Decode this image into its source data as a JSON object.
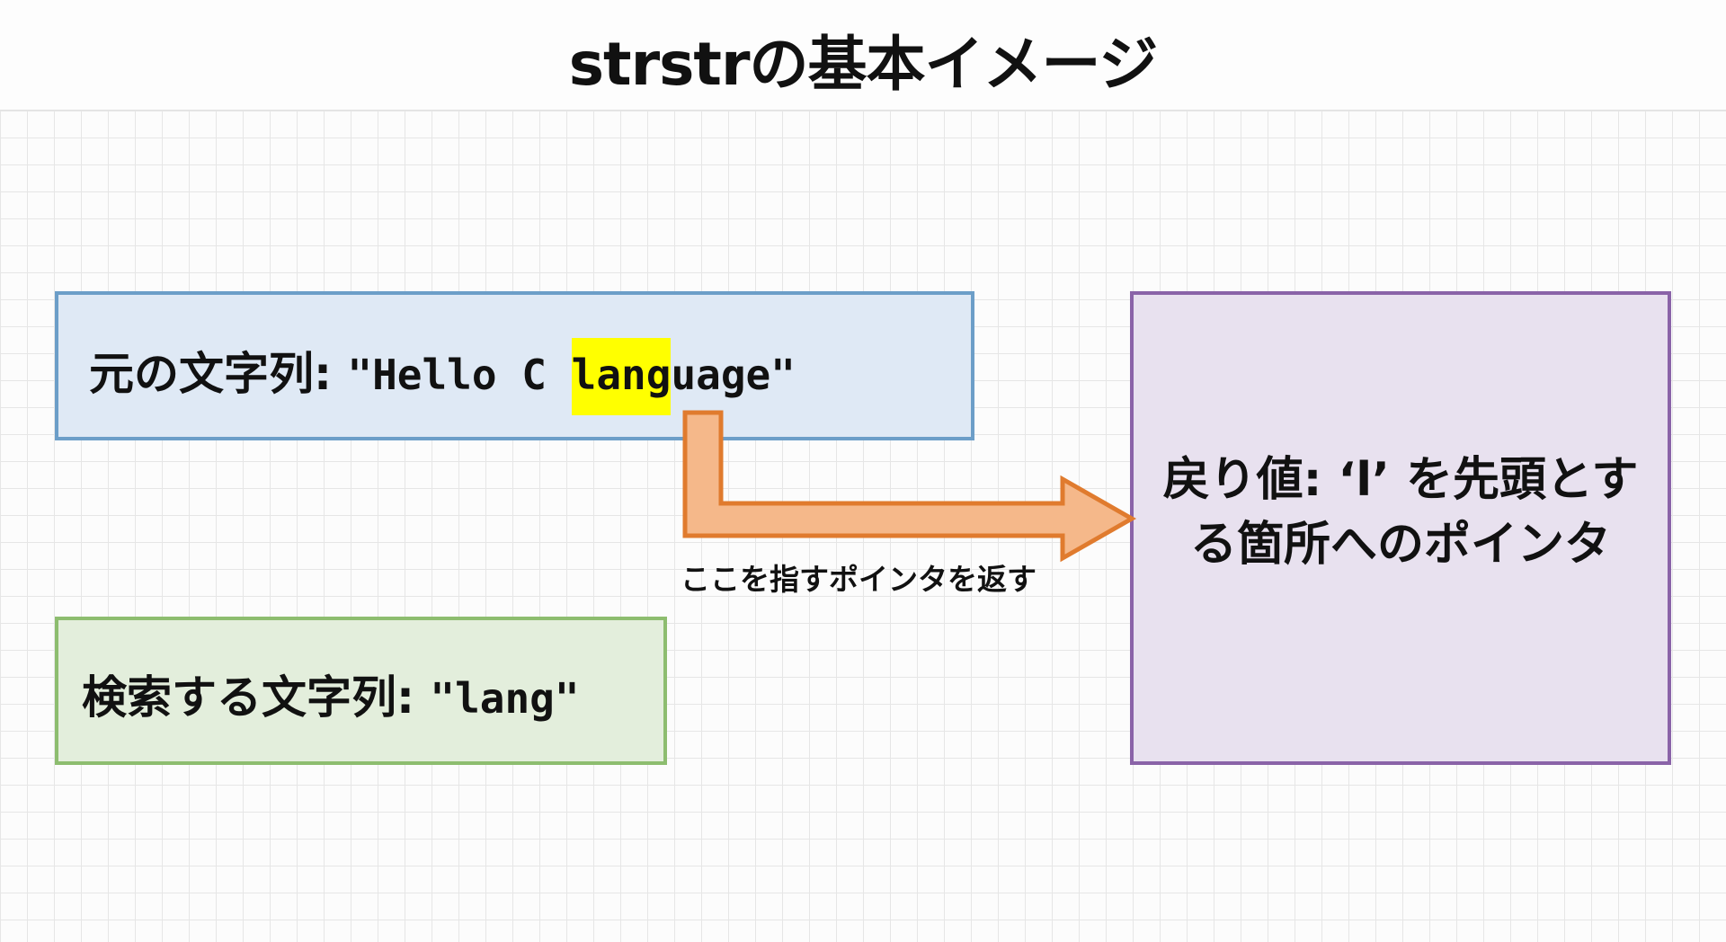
{
  "title": "strstrの基本イメージ",
  "source_box": {
    "label": "元の文字列: ",
    "string_prefix": "\"Hello C ",
    "string_match": "lang",
    "string_suffix": "uage\""
  },
  "search_box": {
    "label": "検索する文字列: ",
    "string": "\"lang\""
  },
  "result_box": {
    "line1": "戻り値: ‘l’ を先頭とす",
    "line2": "る箇所へのポインタ"
  },
  "arrow_label": "ここを指すポインタを返す",
  "colors": {
    "source_fill": "#dfe9f5",
    "source_border": "#6c9ec8",
    "search_fill": "#e3eedc",
    "search_border": "#8dbd6f",
    "result_fill": "#e8e1ef",
    "result_border": "#8a63a8",
    "highlight": "#ffff00",
    "arrow_fill": "#f5b88a",
    "arrow_stroke": "#e07b2e"
  }
}
